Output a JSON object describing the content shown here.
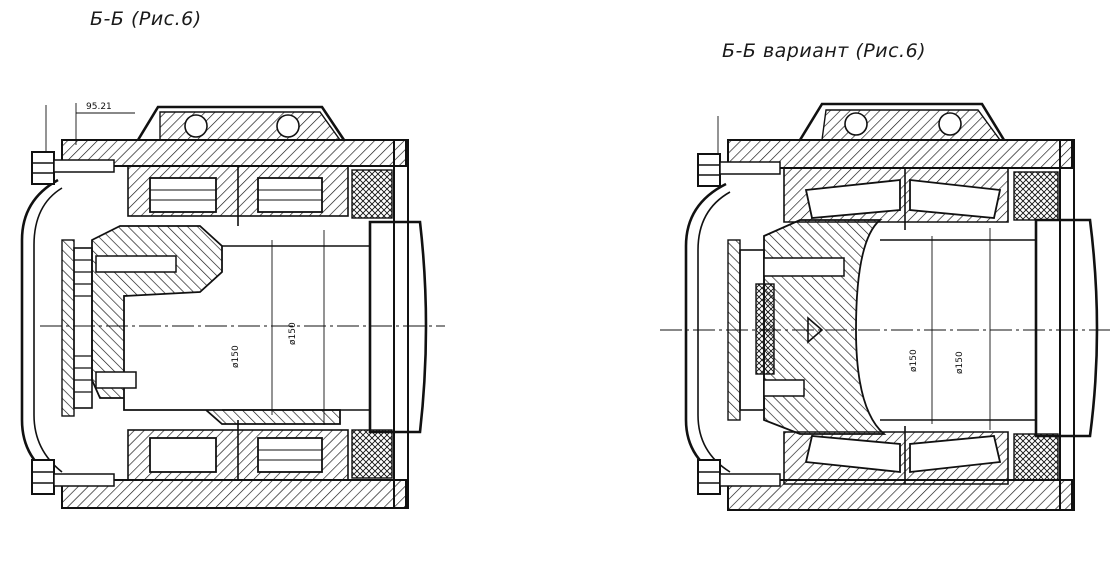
{
  "captions": {
    "left": "Б-Б (Рис.6)",
    "right": "Б-Б вариант (Рис.6)"
  },
  "dimensions": {
    "left_offset": "95.21",
    "left_d1": "ø150",
    "left_d2": "ø150",
    "right_d1": "ø150",
    "right_d2": "ø150"
  }
}
